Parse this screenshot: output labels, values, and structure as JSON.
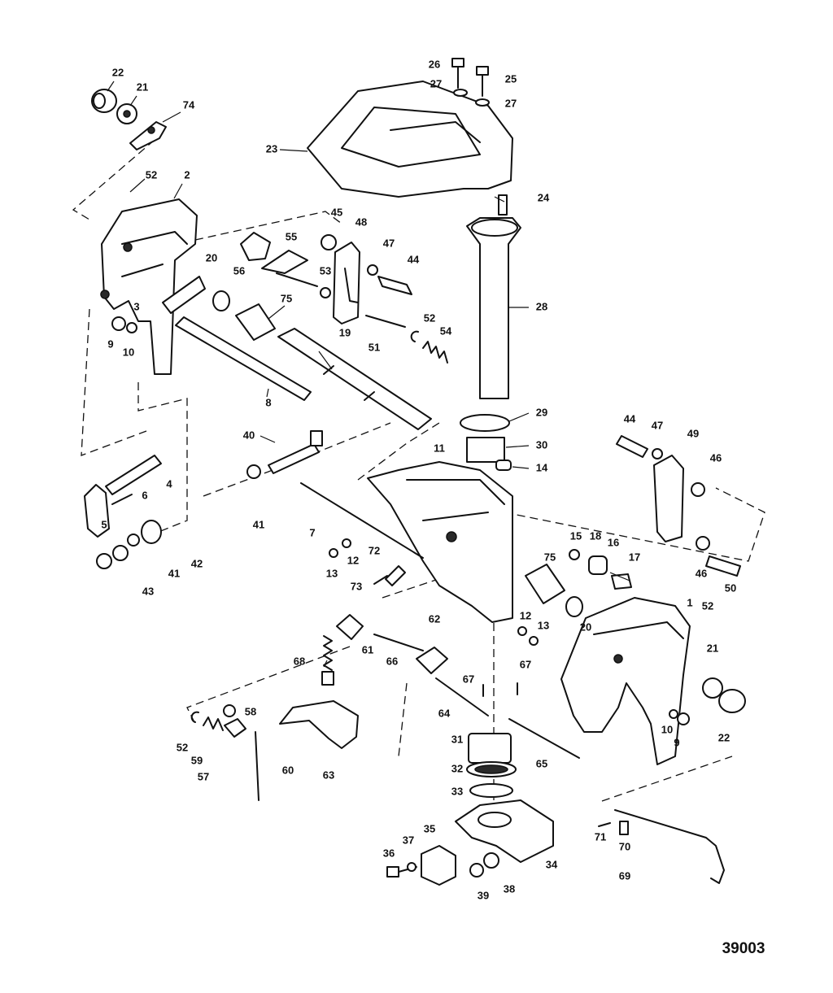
{
  "diagram": {
    "reference_number": "39003",
    "callouts": [
      "1",
      "2",
      "3",
      "4",
      "5",
      "6",
      "7",
      "8",
      "9",
      "10",
      "11",
      "12",
      "13",
      "14",
      "15",
      "16",
      "17",
      "18",
      "19",
      "20",
      "21",
      "22",
      "23",
      "24",
      "25",
      "26",
      "27",
      "28",
      "29",
      "30",
      "31",
      "32",
      "33",
      "34",
      "35",
      "36",
      "37",
      "38",
      "39",
      "40",
      "41",
      "42",
      "43",
      "44",
      "45",
      "46",
      "47",
      "48",
      "49",
      "50",
      "51",
      "52",
      "53",
      "54",
      "55",
      "56",
      "57",
      "58",
      "59",
      "60",
      "61",
      "62",
      "63",
      "64",
      "65",
      "66",
      "67",
      "68",
      "69",
      "70",
      "71",
      "72",
      "73",
      "74",
      "75"
    ]
  }
}
